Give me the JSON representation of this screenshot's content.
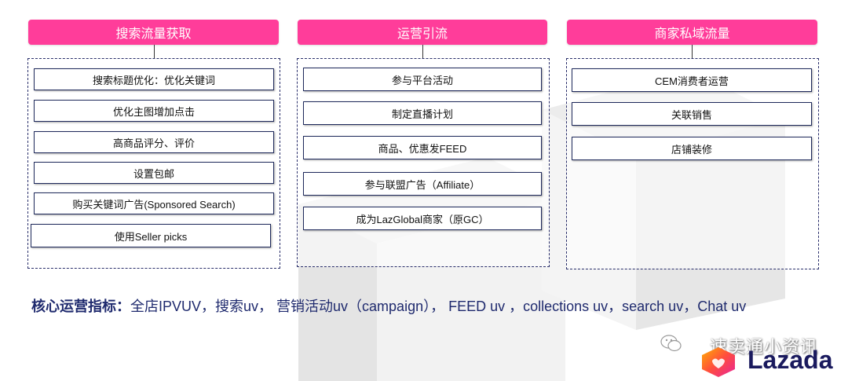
{
  "columns": [
    {
      "title": "搜索流量获取",
      "items": [
        "搜索标题优化：优化关键词",
        "优化主图增加点击",
        "高商品评分、评价",
        "设置包邮",
        "购买关键词广告(Sponsored Search)",
        "使用Seller picks"
      ]
    },
    {
      "title": "运营引流",
      "items": [
        "参与平台活动",
        "制定直播计划",
        "商品、优惠发FEED",
        "参与联盟广告（Affiliate）",
        "成为LazGlobal商家（原GC）"
      ]
    },
    {
      "title": "商家私域流量",
      "items": [
        "CEM消费者运营",
        "关联销售",
        "店铺装修"
      ]
    }
  ],
  "metrics": {
    "label": "核心运营指标：",
    "text": "全店IPVUV，搜索uv， 营销活动uv（campaign）， FEED uv  ，collections uv，search uv，Chat uv"
  },
  "watermark": {
    "text": "速卖通小资讯"
  },
  "brand": {
    "name": "Lazada"
  },
  "colors": {
    "header": "#ff3d9a",
    "box_border": "#1f2a5c",
    "metrics_text": "#1f2a6e"
  }
}
